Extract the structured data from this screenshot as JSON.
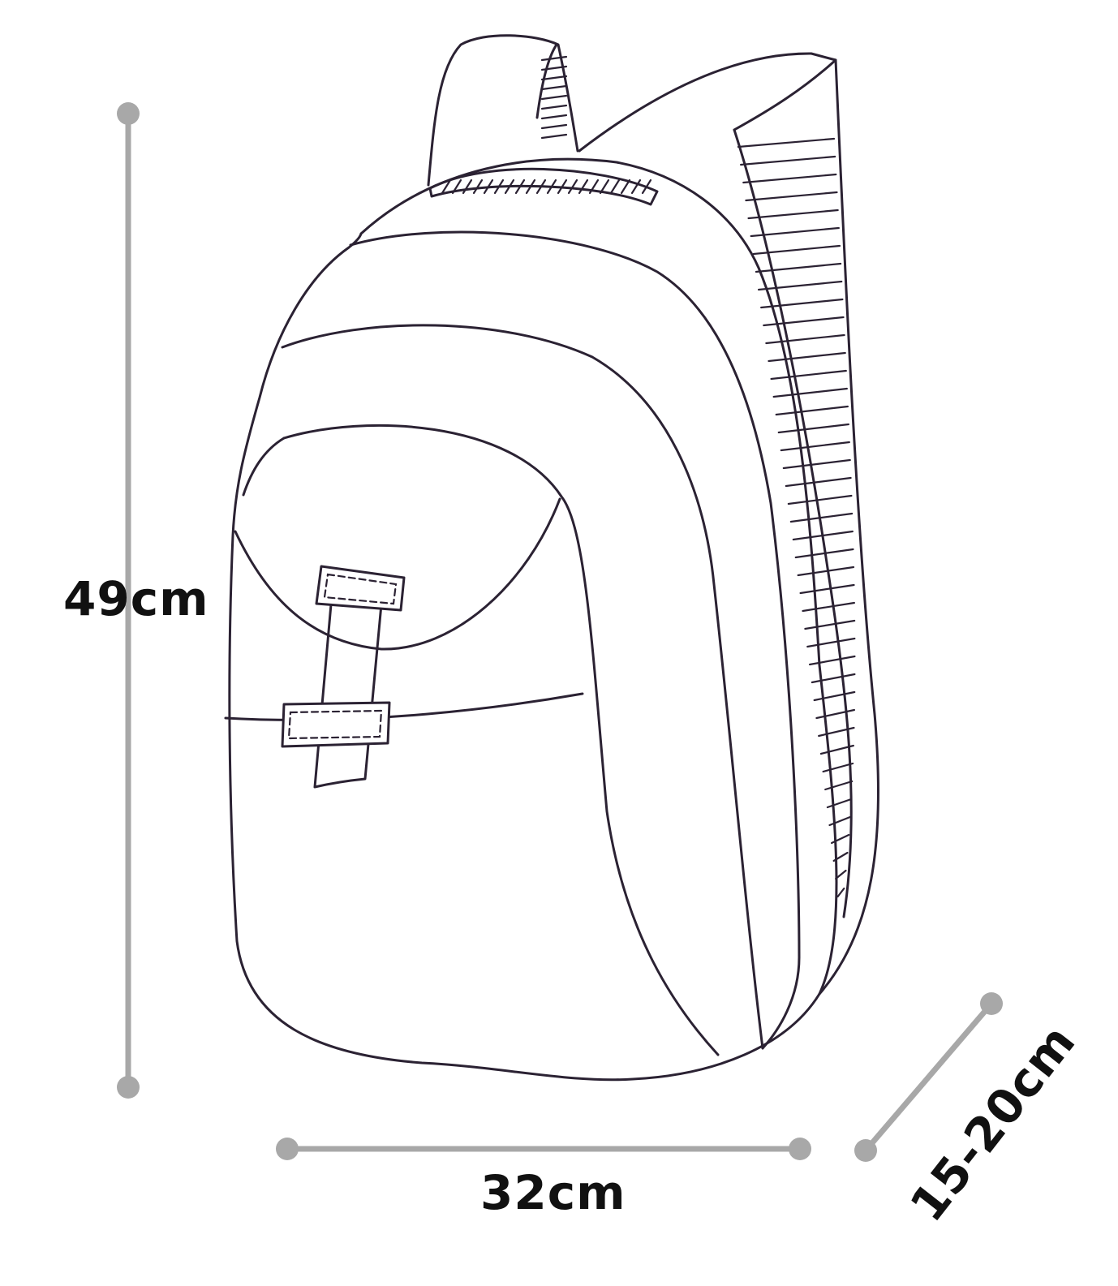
{
  "title": "Backpack dimensions",
  "dimensions": {
    "height": "49cm",
    "width": "32cm",
    "depth": "15-20cm"
  },
  "colors": {
    "outline": "#2b2233",
    "dimension_line": "#a8a8a8",
    "label": "#111111"
  }
}
